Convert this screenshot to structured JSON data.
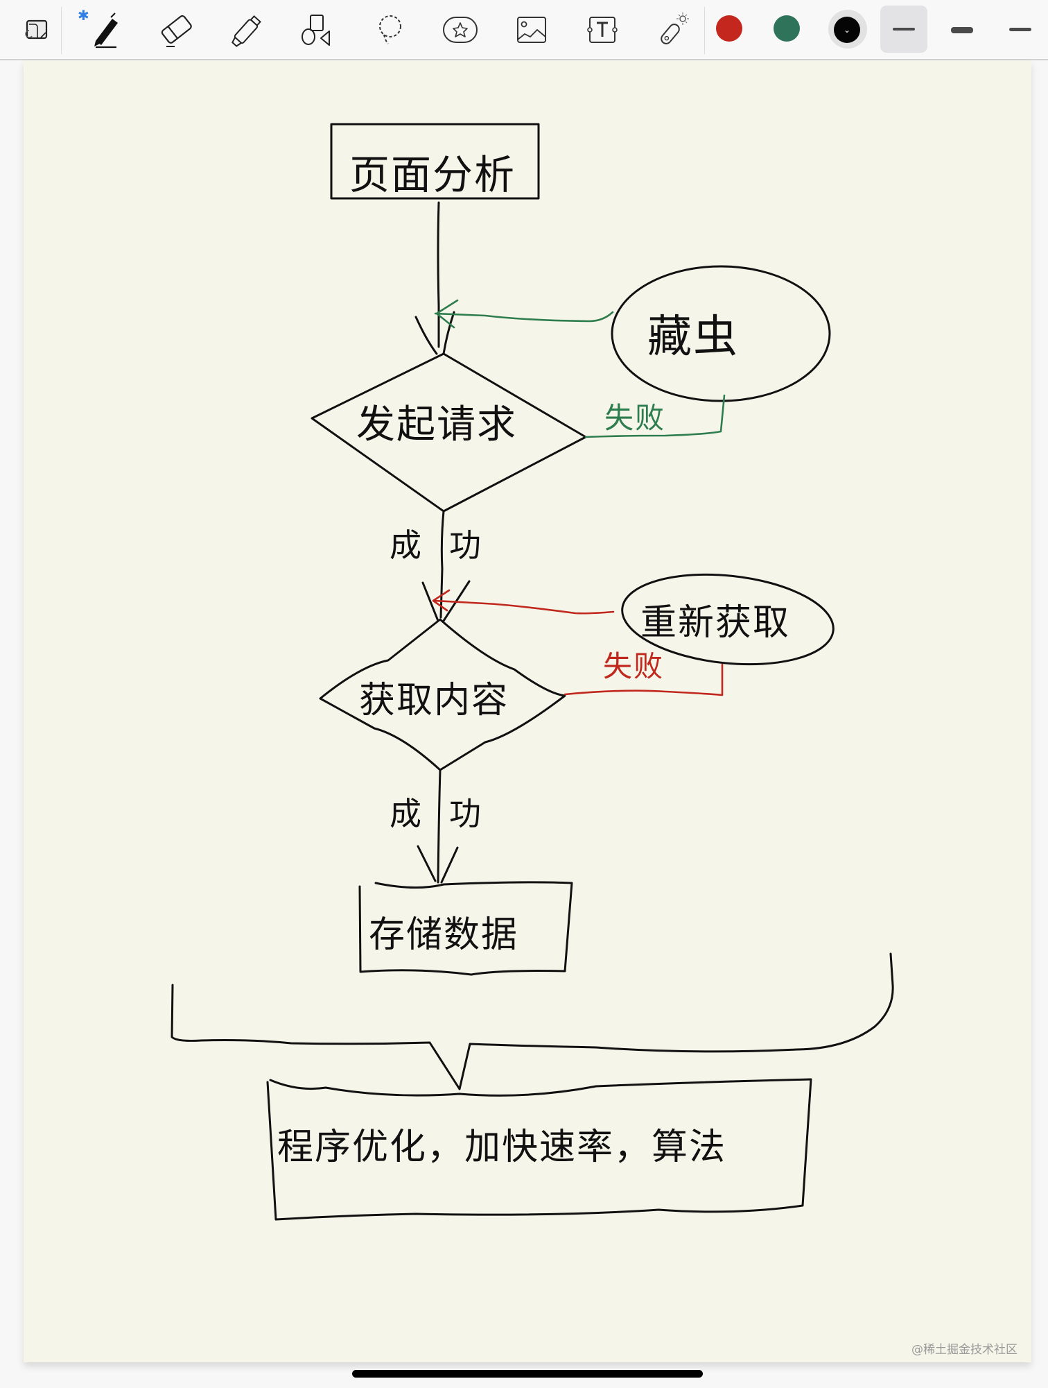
{
  "toolbar": {
    "tools": [
      {
        "name": "page-layout",
        "icon": "page-layout-icon"
      },
      {
        "name": "pen",
        "icon": "pen-icon",
        "selected": true
      },
      {
        "name": "eraser",
        "icon": "eraser-icon"
      },
      {
        "name": "highlighter",
        "icon": "highlighter-icon"
      },
      {
        "name": "shapes",
        "icon": "shapes-icon"
      },
      {
        "name": "lasso",
        "icon": "lasso-icon"
      },
      {
        "name": "sticker",
        "icon": "sticker-icon"
      },
      {
        "name": "image",
        "icon": "image-icon"
      },
      {
        "name": "text-box",
        "icon": "text-box-icon",
        "label": "T"
      },
      {
        "name": "laser-pointer",
        "icon": "laser-pointer-icon"
      }
    ],
    "bluetooth_indicator": "✱",
    "colors": [
      {
        "name": "red",
        "hex": "#c3271d"
      },
      {
        "name": "green",
        "hex": "#2e735a"
      },
      {
        "name": "black",
        "hex": "#050505",
        "selected": true,
        "chevron": "⌄"
      }
    ],
    "stroke_widths": [
      "thin",
      "thick",
      "medium"
    ],
    "selected_stroke_width": "thin"
  },
  "diagram": {
    "nodes": {
      "page_analysis": "页面分析",
      "send_request": "发起请求",
      "hide_crawler": "藏虫",
      "fetch_content": "获取内容",
      "refetch": "重新获取",
      "store_data": "存储数据",
      "optimize": "程序优化，加快速率，算法"
    },
    "edge_labels": {
      "success_1": [
        "成",
        "功"
      ],
      "success_2": [
        "成",
        "功"
      ],
      "fail_green": "失败",
      "fail_red": "失败"
    },
    "colors": {
      "ink": "#111111",
      "green": "#2e7d4f",
      "red": "#c0281e",
      "paper": "#f5f5e9"
    }
  },
  "watermark": "@稀土掘金技术社区"
}
